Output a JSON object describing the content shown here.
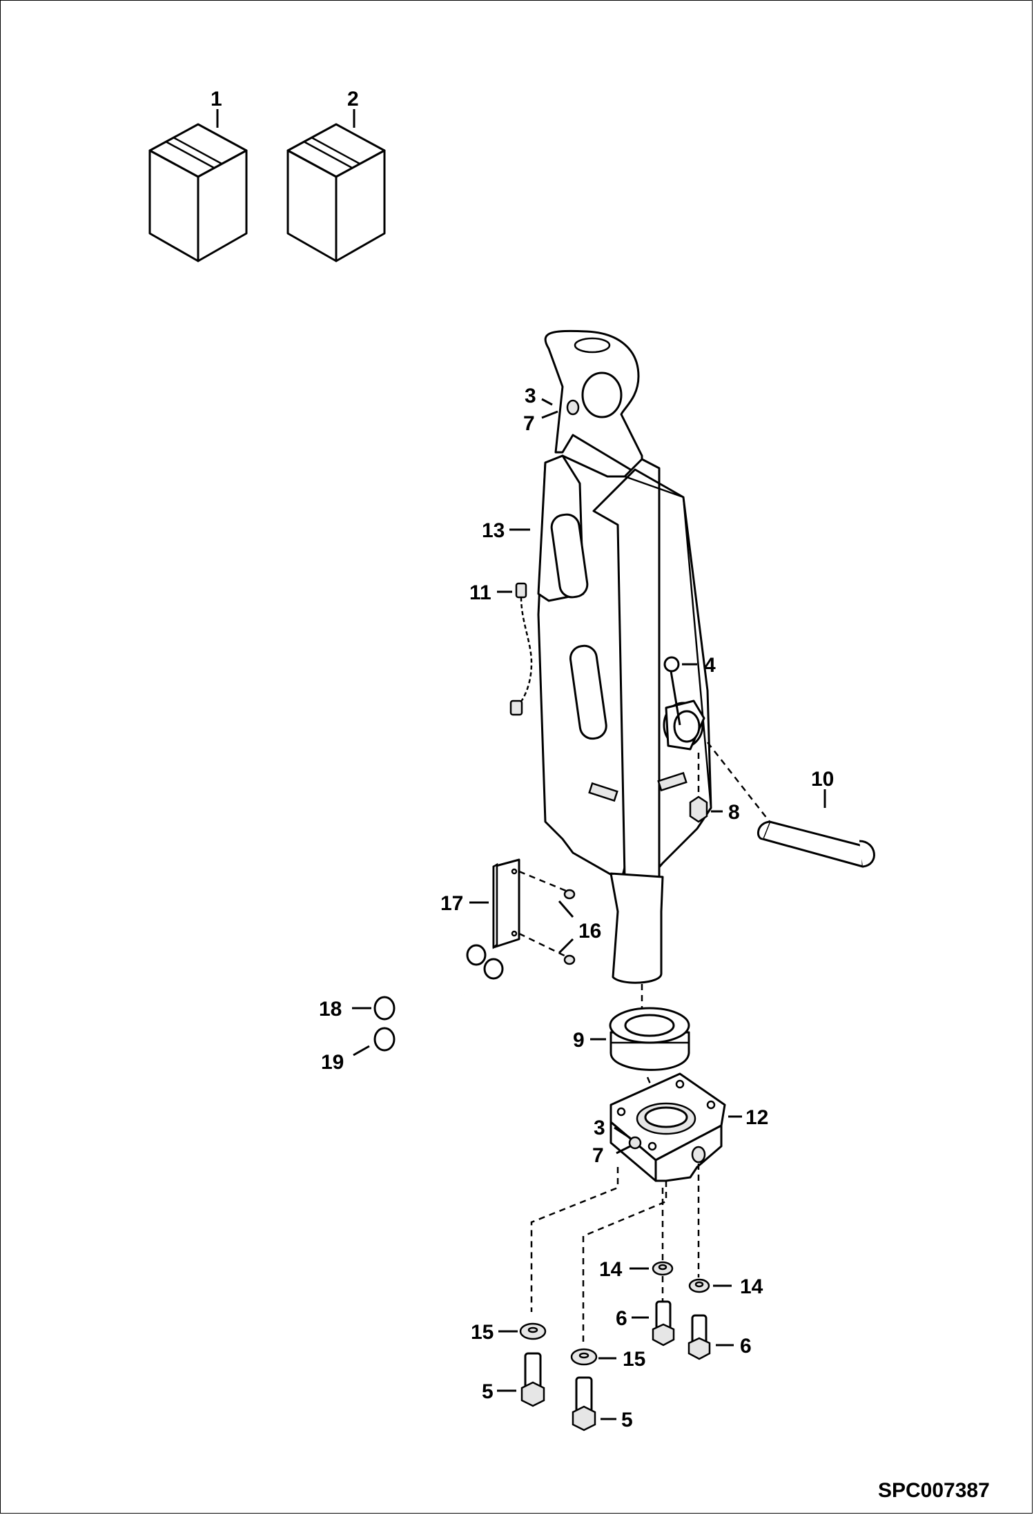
{
  "drawing_id": "SPC007387",
  "callouts": [
    {
      "id": "c1",
      "text": "1"
    },
    {
      "id": "c2",
      "text": "2"
    },
    {
      "id": "c3a",
      "text": "3"
    },
    {
      "id": "c7a",
      "text": "7"
    },
    {
      "id": "c13",
      "text": "13"
    },
    {
      "id": "c11",
      "text": "11"
    },
    {
      "id": "c4",
      "text": "4"
    },
    {
      "id": "c10",
      "text": "10"
    },
    {
      "id": "c8",
      "text": "8"
    },
    {
      "id": "c17",
      "text": "17"
    },
    {
      "id": "c16",
      "text": "16"
    },
    {
      "id": "c18",
      "text": "18"
    },
    {
      "id": "c19",
      "text": "19"
    },
    {
      "id": "c9",
      "text": "9"
    },
    {
      "id": "c12",
      "text": "12"
    },
    {
      "id": "c3b",
      "text": "3"
    },
    {
      "id": "c7b",
      "text": "7"
    },
    {
      "id": "c14a",
      "text": "14"
    },
    {
      "id": "c14b",
      "text": "14"
    },
    {
      "id": "c6a",
      "text": "6"
    },
    {
      "id": "c6b",
      "text": "6"
    },
    {
      "id": "c15a",
      "text": "15"
    },
    {
      "id": "c15b",
      "text": "15"
    },
    {
      "id": "c5a",
      "text": "5"
    },
    {
      "id": "c5b",
      "text": "5"
    }
  ]
}
